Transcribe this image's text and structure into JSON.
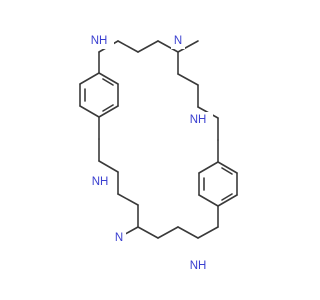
{
  "molecule": {
    "atoms": [
      {
        "id": "nh_top",
        "symbol": "NH"
      },
      {
        "id": "n_top",
        "symbol": "N"
      },
      {
        "id": "nh_mid_right",
        "symbol": "NH"
      },
      {
        "id": "nh_mid_left",
        "symbol": "NH"
      },
      {
        "id": "n_bottom",
        "symbol": "N"
      },
      {
        "id": "nh_bottom",
        "symbol": "NH"
      }
    ]
  },
  "colors": {
    "bond": "#3a3a3a",
    "nitrogen": "#3a3fd0",
    "background": "#ffffff"
  }
}
